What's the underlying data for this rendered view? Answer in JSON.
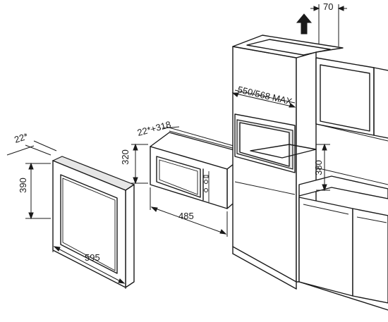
{
  "diagram": {
    "labels": {
      "frame_depth": "22*",
      "frame_height": "390",
      "frame_width": "595",
      "oven_height": "320",
      "oven_depth": "22*+318",
      "oven_width": "485",
      "niche_width": "550/568 MAX",
      "niche_height": "380",
      "vent_clearance": "70"
    },
    "icons": {
      "airflow": "up-arrow-icon"
    },
    "colors": {
      "line": "#1a1a1a",
      "background": "#ffffff",
      "shade": "#e6e6e6"
    }
  }
}
